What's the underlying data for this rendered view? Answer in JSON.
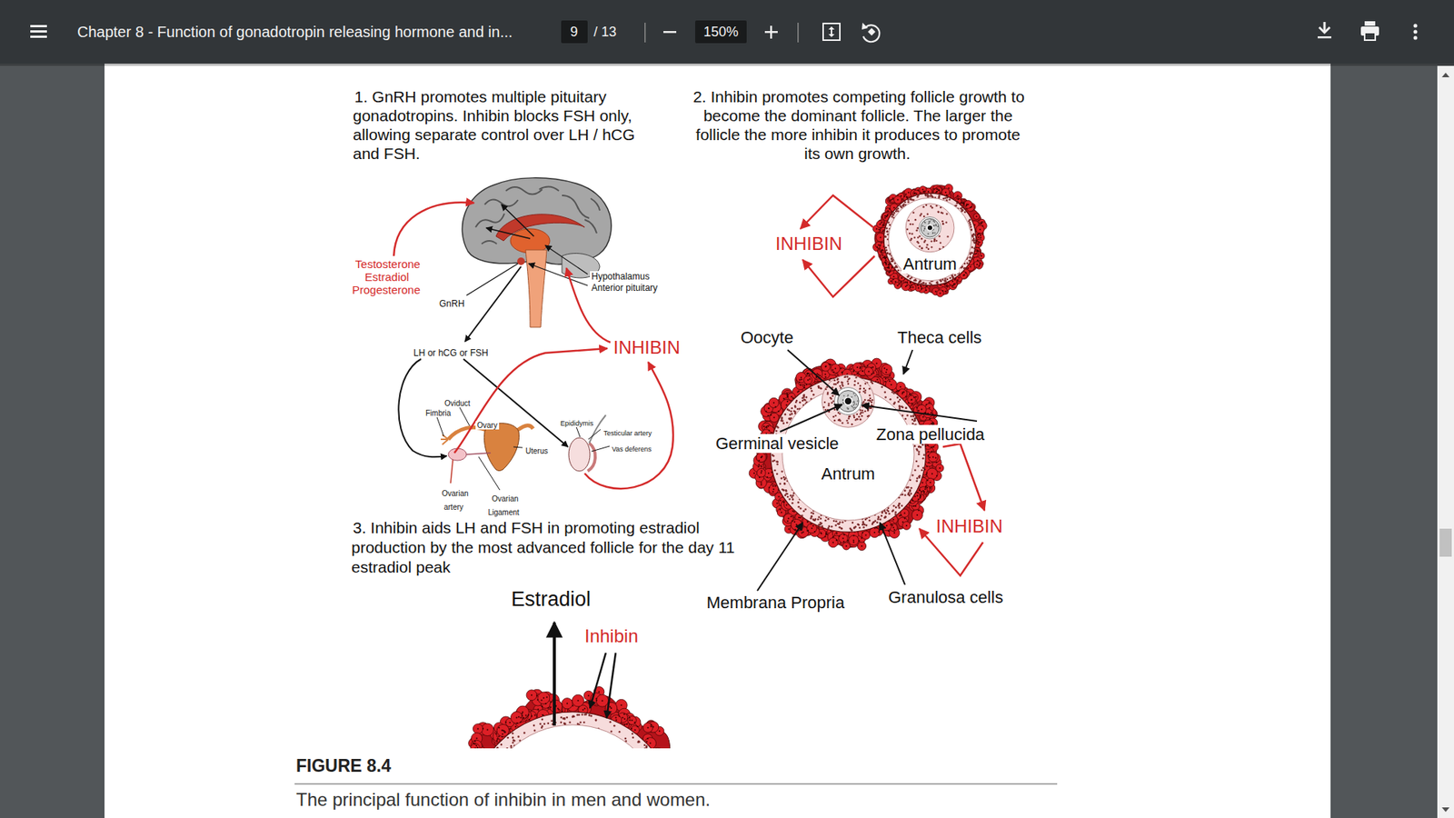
{
  "diagram": {
    "caption": "The principal function of inhibin in men and women.",
    "nodes": [
      {
        "text": [
          "Chapter 8 - Function of gonadotropin releasing hormone and in...",
          "/ 13"
        ]
      },
      {
        "text": [
          "9"
        ],
        "in": 0
      },
      {
        "text": [
          "150%"
        ],
        "in": 0
      },
      {
        "text": [
          "Antrum"
        ]
      },
      {
        "text": [
          "Antrum"
        ]
      }
    ],
    "labels": [
      "1. GnRH promotes multiple pituitary gonadotropins. Inhibin blocks FSH only, allowing separate control over LH / hCG and FSH.",
      "2. Inhibin promotes competing follicle growth to become the dominant follicle. The larger the follicle the more inhibin it produces to promote its own growth.",
      "Testosterone Estradiol Progesterone",
      "GnRH",
      "Hypothalamus",
      "Anterior pituitary",
      "LH or hCG or FSH",
      "INHIBIN",
      "Oviduct",
      "Fimbria",
      "Ovary",
      "Uterus",
      "Ovarian artery",
      "Ovarian Ligament",
      "Epididymis",
      "Testicular artery",
      "Vas deferens",
      "3. Inhibin aids LH and FSH in promoting estradiol production by the most advanced follicle for the day 11 estradiol peak",
      "Estradiol",
      "Inhibin",
      "INHIBIN",
      "Oocyte",
      "Theca cells",
      "Germinal vesicle",
      "Zona pellucida",
      "INHIBIN",
      "Membrana Propria",
      "Granulosa cells",
      "FIGURE 8.4"
    ]
  }
}
